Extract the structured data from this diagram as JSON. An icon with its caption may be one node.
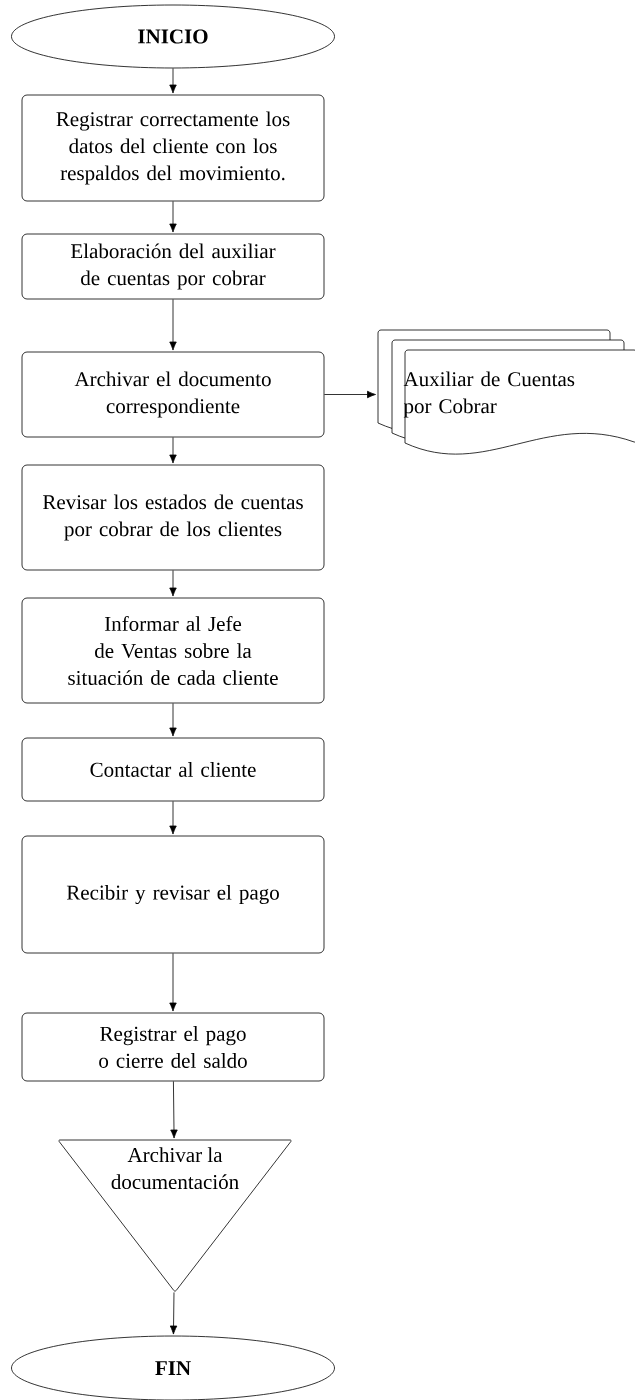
{
  "diagram": {
    "nodes": [
      {
        "text": [
          "INICIO"
        ]
      },
      {
        "text": [
          "Registrar correctamente los datos del cliente con los respaldos del movimiento."
        ]
      },
      {
        "text": [
          "Elaboración del auxiliar de cuentas por cobrar"
        ]
      },
      {
        "text": [
          "Archivar el documento correspondiente"
        ]
      },
      {
        "text": [
          "Auxiliar de Cuentas por Cobrar"
        ]
      },
      {
        "text": [
          "Revisar los estados de cuentas por cobrar de los clientes"
        ]
      },
      {
        "text": [
          "Informar al Jefe de Ventas sobre la situación de cada cliente"
        ]
      },
      {
        "text": [
          "Contactar al cliente"
        ]
      },
      {
        "text": [
          "Recibir y revisar el pago"
        ]
      },
      {
        "text": [
          "Registrar el pago o cierre del saldo"
        ]
      },
      {
        "text": [
          "Archivar la documentación"
        ]
      },
      {
        "text": [
          "FIN"
        ]
      }
    ],
    "edges": [
      {
        "from": 0,
        "to": 1,
        "arrow": "to"
      },
      {
        "from": 1,
        "to": 2,
        "arrow": "to"
      },
      {
        "from": 2,
        "to": 3,
        "arrow": "to"
      },
      {
        "from": 3,
        "to": 4,
        "arrow": "to"
      },
      {
        "from": 3,
        "to": 5,
        "arrow": "to"
      },
      {
        "from": 5,
        "to": 6,
        "arrow": "to"
      },
      {
        "from": 6,
        "to": 7,
        "arrow": "to"
      },
      {
        "from": 7,
        "to": 8,
        "arrow": "to"
      },
      {
        "from": 8,
        "to": 9,
        "arrow": "to"
      },
      {
        "from": 9,
        "to": 10,
        "arrow": "to"
      },
      {
        "from": 10,
        "to": 11,
        "arrow": "to"
      }
    ]
  }
}
